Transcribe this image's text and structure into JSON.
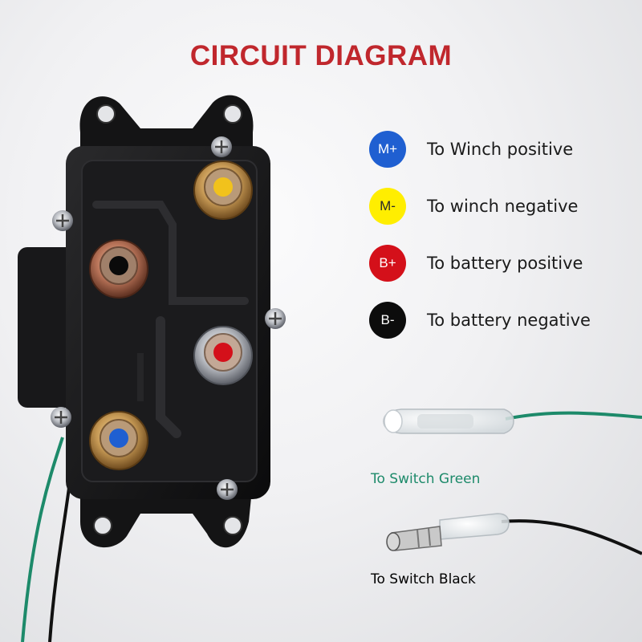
{
  "title": "CIRCUIT DIAGRAM",
  "colors": {
    "title": "#c0272d",
    "winch_positive": "#1f5fd1",
    "winch_negative": "#ffee00",
    "battery_positive": "#d4101a",
    "battery_negative": "#0c0c0c",
    "green_wire": "#1d8a6a",
    "black_wire": "#111111"
  },
  "legend": [
    {
      "marker": "M+",
      "label": "To Winch positive",
      "dot_color": "#1f5fd1",
      "text_color": "#ffffff"
    },
    {
      "marker": "M-",
      "label": "To winch negative",
      "dot_color": "#ffee00",
      "text_color": "#2a2a2a"
    },
    {
      "marker": "B+",
      "label": "To battery positive",
      "dot_color": "#d4101a",
      "text_color": "#ffffff"
    },
    {
      "marker": "B-",
      "label": "To battery negative",
      "dot_color": "#0c0c0c",
      "text_color": "#ffffff"
    }
  ],
  "wires": {
    "green_label": "To Switch Green",
    "black_label": "To Switch Black"
  }
}
